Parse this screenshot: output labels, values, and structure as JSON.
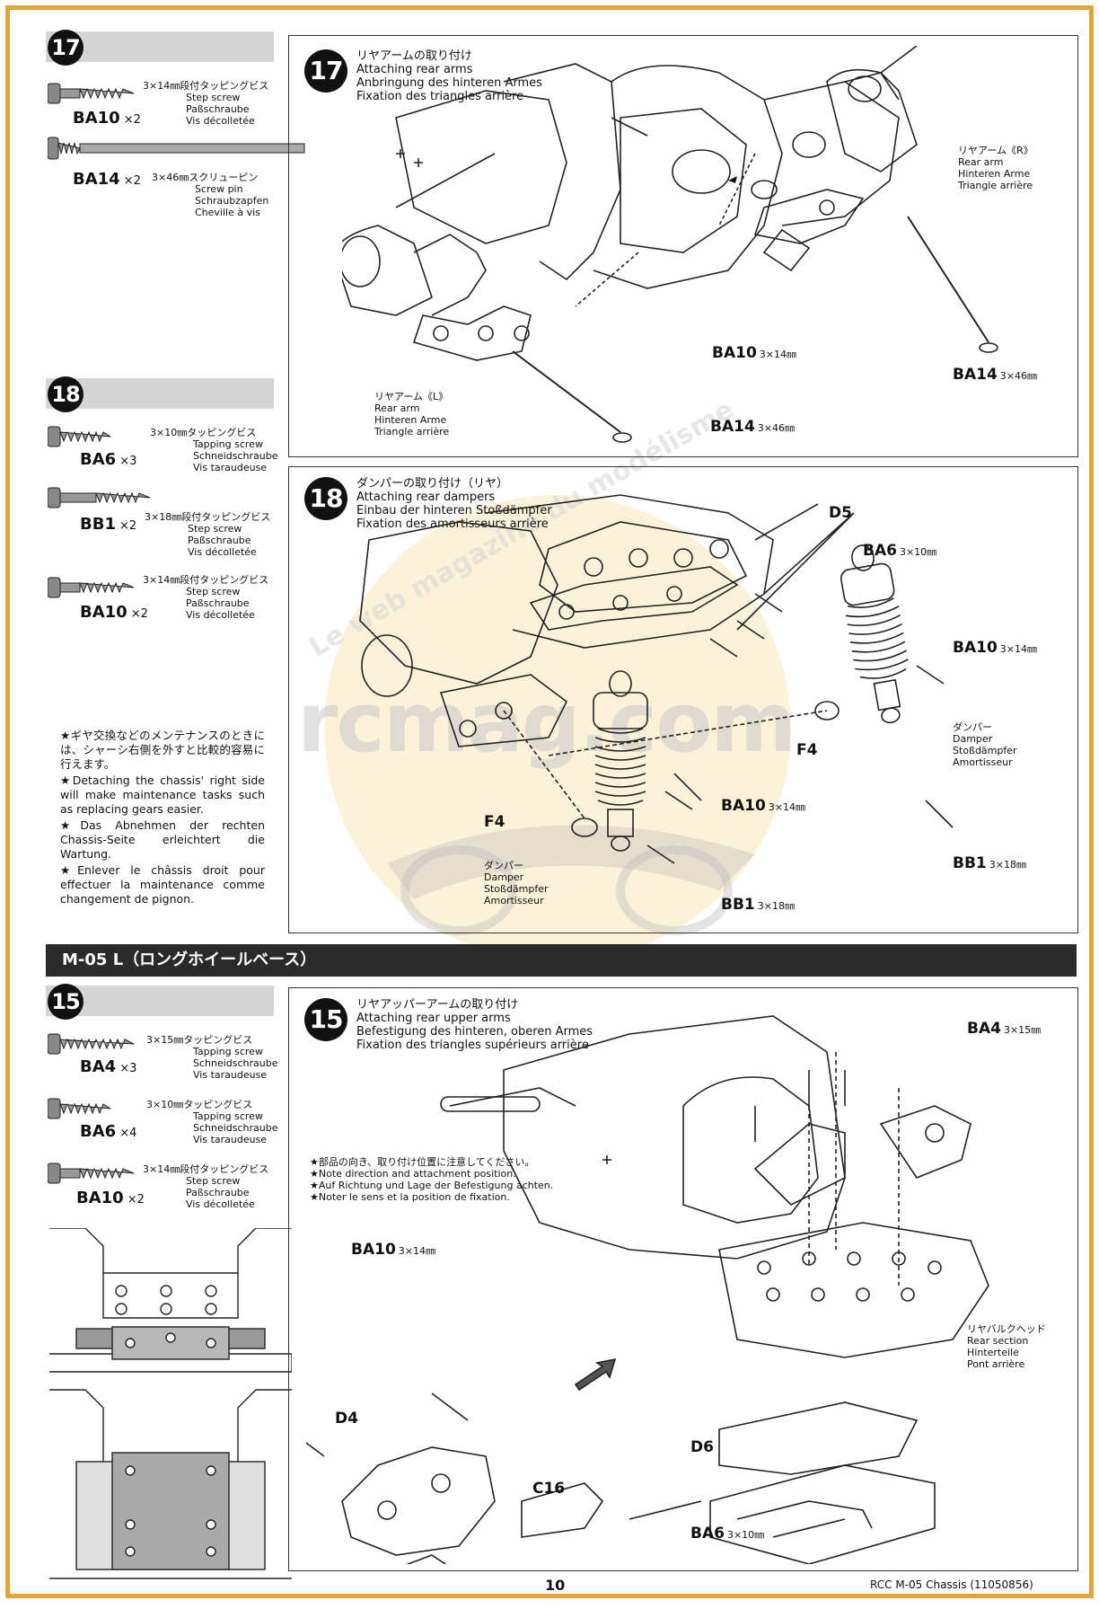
{
  "watermark": {
    "site": "rcmag.com",
    "tagline": "Le web magazine du modélisme"
  },
  "step17": {
    "num": "17",
    "parts": [
      {
        "code": "BA10",
        "qty": "×2",
        "spec": [
          "3×14㎜段付タッピングビス",
          "Step screw",
          "Paßschraube",
          "Vis décolletée"
        ]
      },
      {
        "code": "BA14",
        "qty": "×2",
        "spec": [
          "3×46㎜スクリューピン",
          "Screw pin",
          "Schraubzapfen",
          "Cheville à vis"
        ]
      }
    ],
    "title": [
      "リヤアームの取り付け",
      "Attaching rear arms",
      "Anbringung des hinteren Armes",
      "Fixation des triangles arrière"
    ],
    "labels": {
      "arm_r": [
        "リヤアーム《R》",
        "Rear arm",
        "Hinteren Arme",
        "Triangle arrière"
      ],
      "arm_l": [
        "リヤアーム《L》",
        "Rear arm",
        "Hinteren Arme",
        "Triangle arrière"
      ],
      "ba10": "BA10",
      "ba10_size": "3×14㎜",
      "ba14": "BA14",
      "ba14_size": "3×46㎜"
    }
  },
  "step18": {
    "num": "18",
    "parts": [
      {
        "code": "BA6",
        "qty": "×3",
        "spec": [
          "3×10㎜タッピングビス",
          "Tapping screw",
          "Schneidschraube",
          "Vis taraudeuse"
        ]
      },
      {
        "code": "BB1",
        "qty": "×2",
        "spec": [
          "3×18㎜段付タッピングビス",
          "Step screw",
          "Paßschraube",
          "Vis décolletée"
        ]
      },
      {
        "code": "BA10",
        "qty": "×2",
        "spec": [
          "3×14㎜段付タッピングビス",
          "Step screw",
          "Paßschraube",
          "Vis décolletée"
        ]
      }
    ],
    "title": [
      "ダンパーの取り付け（リヤ）",
      "Attaching rear dampers",
      "Einbau der hinteren Stoßdämpfer",
      "Fixation des amortisseurs arrière"
    ],
    "labels": {
      "d5": "D5",
      "ba6": "BA6",
      "ba6_size": "3×10㎜",
      "ba10": "BA10",
      "ba10_size": "3×14㎜",
      "f4": "F4",
      "bb1": "BB1",
      "bb1_size": "3×18㎜",
      "damper": [
        "ダンパー",
        "Damper",
        "Stoßdämpfer",
        "Amortisseur"
      ]
    },
    "note": [
      "★ギヤ交換などのメンテナンスのときには、シャーシ右側を外すと比較的容易に行えます。",
      "★Detaching the chassis' right side will make maintenance tasks such as replacing gears easier.",
      "★Das Abnehmen der rechten Chassis-Seite erleichtert die Wartung.",
      "★Enlever le châssis droit pour effectuer la maintenance comme changement de pignon."
    ]
  },
  "section": "M-05 L（ロングホイールベース）",
  "step15": {
    "num": "15",
    "parts": [
      {
        "code": "BA4",
        "qty": "×3",
        "spec": [
          "3×15㎜タッピングビス",
          "Tapping screw",
          "Schneidschraube",
          "Vis taraudeuse"
        ]
      },
      {
        "code": "BA6",
        "qty": "×4",
        "spec": [
          "3×10㎜タッピングビス",
          "Tapping screw",
          "Schneidschraube",
          "Vis taraudeuse"
        ]
      },
      {
        "code": "BA10",
        "qty": "×2",
        "spec": [
          "3×14㎜段付タッピングビス",
          "Step screw",
          "Paßschraube",
          "Vis décolletée"
        ]
      }
    ],
    "title": [
      "リヤアッパーアームの取り付け",
      "Attaching rear upper arms",
      "Befestigung des hinteren, oberen Armes",
      "Fixation des triangles supérieurs arrière"
    ],
    "caution": [
      "★部品の向き、取り付け位置に注意してください。",
      "★Note direction and attachment position.",
      "★Auf Richtung und Lage der Befestigung achten.",
      "★Noter le sens et la position de fixation."
    ],
    "labels": {
      "ba4": "BA4",
      "ba4_size": "3×15㎜",
      "ba10": "BA10",
      "ba10_size": "3×14㎜",
      "d4": "D4",
      "c16": "C16",
      "d6": "D6",
      "ba6": "BA6",
      "ba6_size": "3×10㎜",
      "rear_section": [
        "リヤバルクヘッド",
        "Rear section",
        "Hinterteile",
        "Pont arrière"
      ]
    }
  },
  "footer": {
    "page": "10",
    "doc": "RCC M-05 Chassis (11050856)"
  }
}
